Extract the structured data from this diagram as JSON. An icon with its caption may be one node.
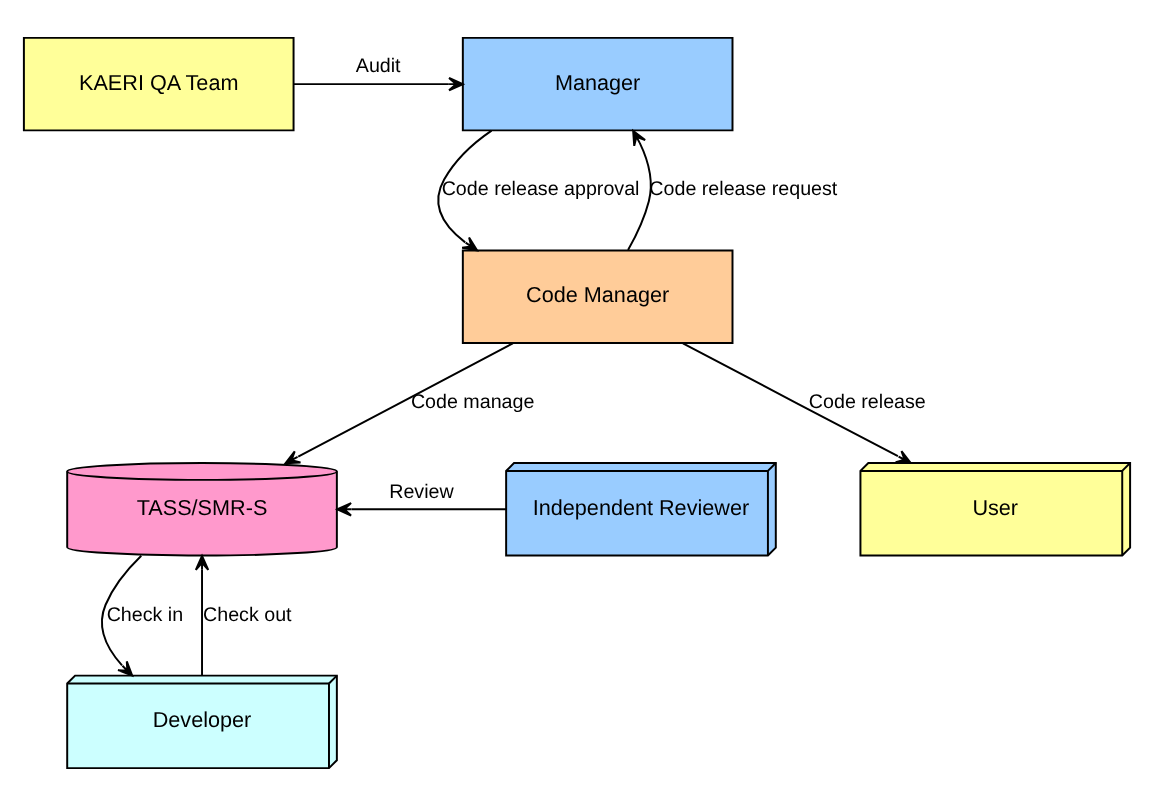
{
  "diagram": {
    "nodes": [
      {
        "text": [
          "Manager"
        ]
      },
      {
        "text": [
          "KAERI QA Team"
        ]
      },
      {
        "text": [
          "Code Manager"
        ]
      },
      {
        "text": [
          "Independent Reviewer"
        ]
      },
      {
        "text": [
          "TASS/SMR-S"
        ]
      },
      {
        "text": [
          "User"
        ]
      },
      {
        "text": [
          "Developer"
        ]
      }
    ],
    "edges": [
      {
        "from": 1,
        "to": 0,
        "arrow": "to",
        "label": "Audit"
      },
      {
        "from": 0,
        "to": 2,
        "arrow": "to",
        "label": "Code release approval"
      },
      {
        "from": 2,
        "to": 0,
        "arrow": "to",
        "label": "Code release request"
      },
      {
        "from": 2,
        "to": 5,
        "arrow": "to",
        "label": "Code release"
      },
      {
        "from": 2,
        "to": 4,
        "arrow": "to",
        "label": "Code manage"
      },
      {
        "from": 3,
        "to": 4,
        "arrow": "to",
        "label": "Review"
      },
      {
        "from": 4,
        "to": 6,
        "arrow": "to",
        "label": "Check in"
      },
      {
        "from": 6,
        "to": 4,
        "arrow": "to",
        "label": "Check out"
      }
    ]
  }
}
